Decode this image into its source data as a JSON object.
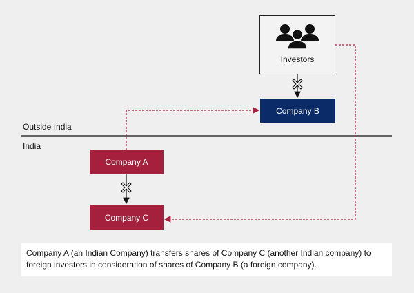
{
  "regions": {
    "outside": "Outside India",
    "inside": "India"
  },
  "nodes": {
    "investors": "Investors",
    "company_b": "Company B",
    "company_a": "Company A",
    "company_c": "Company C"
  },
  "caption": "Company A (an Indian Company) transfers shares of Company C (another Indian company) to foreign investors in consideration of shares of Company B (a foreign company).",
  "colors": {
    "red": "#a4203c",
    "navy": "#0b2a68",
    "dashed": "#a4203c"
  }
}
